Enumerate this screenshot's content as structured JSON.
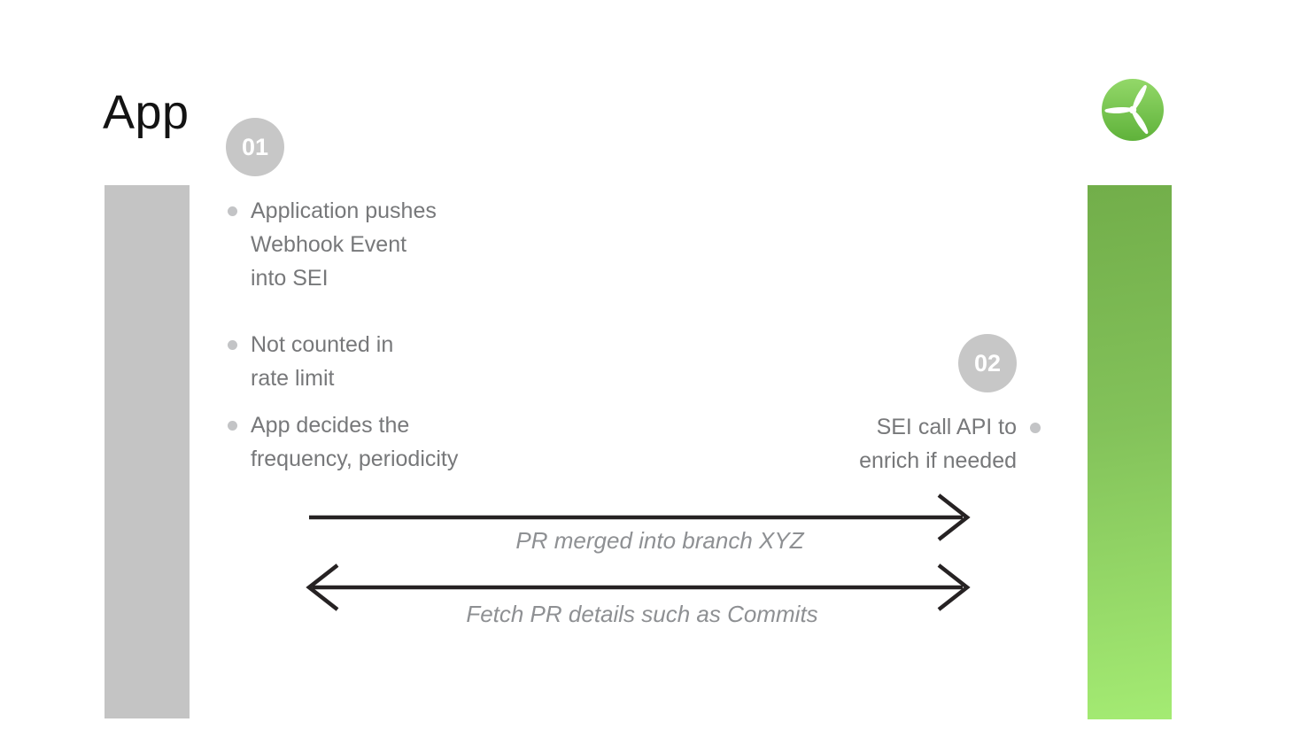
{
  "title": "App",
  "colors": {
    "background": "#ffffff",
    "title_text": "#131313",
    "body_text": "#77787a",
    "bullet_dot": "#c3c4c6",
    "badge_background": "#c7c7c7",
    "badge_text": "#ffffff",
    "arrow_stroke": "#262223",
    "arrow_label_text": "#8e9093",
    "left_bar": "#c4c4c4",
    "right_bar_gradient_top": "#72ae4a",
    "right_bar_gradient_bottom": "#a4eb73",
    "logo_gradient_top": "#93d869",
    "logo_gradient_bottom": "#5fb23a"
  },
  "logo": {
    "icon": "wind-turbine-icon"
  },
  "step1": {
    "badge": "01",
    "bullets": [
      {
        "lines": [
          "Application pushes",
          "Webhook Event",
          "into SEI"
        ]
      },
      {
        "lines": [
          "Not counted in",
          "rate limit"
        ]
      },
      {
        "lines": [
          "App decides the",
          "frequency, periodicity"
        ]
      }
    ]
  },
  "step2": {
    "badge": "02",
    "bullet": {
      "lines": [
        "SEI call API to",
        "enrich if needed"
      ]
    }
  },
  "arrows": {
    "forward": {
      "label": "PR merged into branch XYZ",
      "direction": "right"
    },
    "bidirectional": {
      "label": "Fetch PR details such as Commits",
      "direction": "both"
    }
  }
}
